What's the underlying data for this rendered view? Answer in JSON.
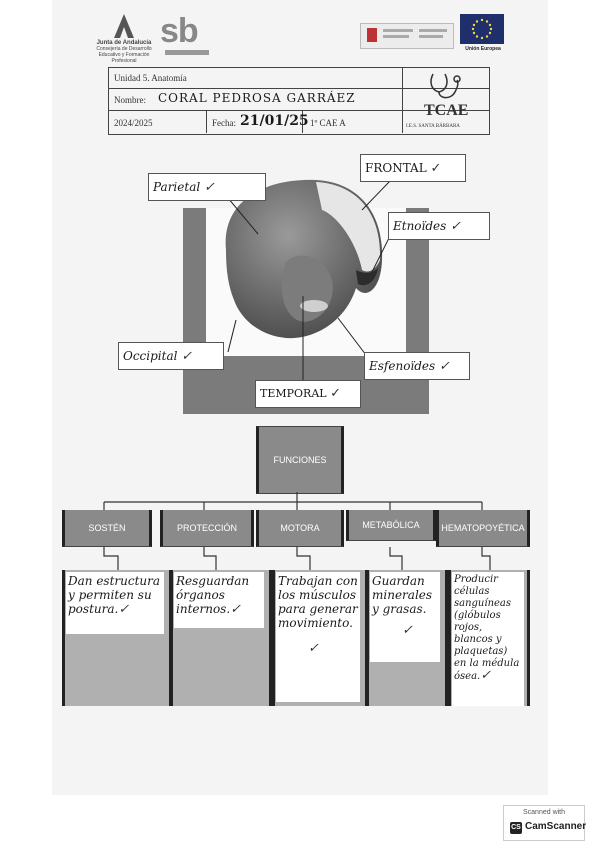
{
  "header": {
    "junta_logo_text": "Junta de Andalucía",
    "junta_sub_text": "Consejería de Desarrollo Educativo y Formación Profesional",
    "sb_logo": "sb",
    "eu_text": "Unión Europea",
    "tcae_logo": "TCAE",
    "school": "I.E.S. SANTA BÁRBARA"
  },
  "form": {
    "unit": "Unidad 5. Anatomía",
    "name_label": "Nombre:",
    "name_value": "CORAL PEDROSA GARRÁEZ",
    "year": "2024/2025",
    "date_label": "Fecha:",
    "date_value": "21/01/25",
    "course": "1º CAE A"
  },
  "skull_labels": {
    "frontal": "FRONTAL",
    "parietal": "Parietal",
    "etmoides": "Etnoïdes",
    "occipital": "Occipital",
    "esfenoides": "Esfenoïdes",
    "temporal": "TEMPORAL"
  },
  "functions": {
    "title": "FUNCIONES",
    "items": [
      {
        "name": "SOSTÉN",
        "desc": "Dan estructura y permiten su postura."
      },
      {
        "name": "PROTECCIÓN",
        "desc": "Resguardan órganos internos."
      },
      {
        "name": "MOTORA",
        "desc": "Trabajan con los músculos para generar movimiento."
      },
      {
        "name": "METABÓLICA",
        "desc": "Guardan minerales y grasas."
      },
      {
        "name": "HEMATOPOYÉTICA",
        "desc": "Producir células sanguíneas (glóbulos rojos, blancos y plaquetas) en la médula ósea."
      }
    ]
  },
  "scanner": {
    "line1": "Scanned with",
    "line2": "CamScanner"
  },
  "colors": {
    "box_fill": "#8a8a8a",
    "column_fill": "#b0b0b0",
    "frame": "#7b7b7b",
    "eu_blue": "#1e2f6b"
  },
  "icons": {
    "check": "✓"
  }
}
